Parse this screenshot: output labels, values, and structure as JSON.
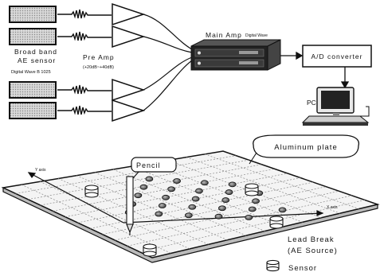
{
  "sensor_block": {
    "label_line1": "Broad band",
    "label_line2": "AE sensor",
    "model": "Digital Wave B 1025"
  },
  "preamp": {
    "label": "Pre Amp",
    "gain": "(+20dB~+40dB)"
  },
  "main_amp": {
    "label": "Main Amp",
    "brand": "Digital Wave"
  },
  "ad_converter": {
    "label": "A/D converter"
  },
  "pc": {
    "label": "PC"
  },
  "pencil": {
    "label": "Pencil"
  },
  "plate": {
    "label": "Aluminum plate"
  },
  "axes": {
    "x_label": "X axis",
    "y_label": "Y axis"
  },
  "legend": {
    "lead_break_line1": "Lead Break",
    "lead_break_line2": "(AE Source)",
    "sensor": "Sensor"
  },
  "colors": {
    "ink": "#111111",
    "plate": "#f2f2f2",
    "grid": "#888888",
    "source_dot": "#555555"
  }
}
